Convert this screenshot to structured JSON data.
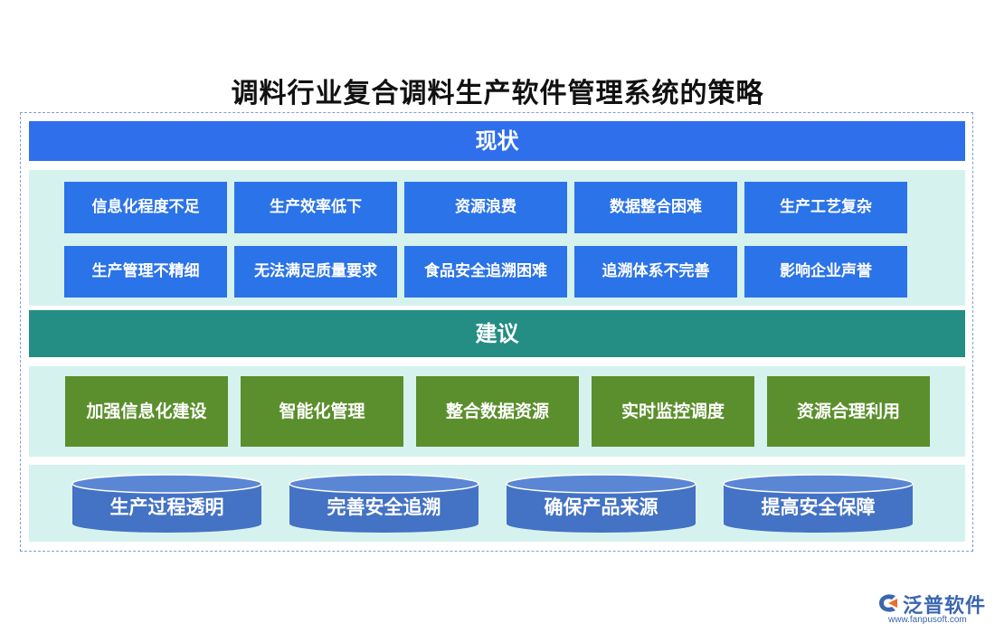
{
  "title": "调料行业复合调料生产软件管理系统的策略",
  "status": {
    "header": "现状",
    "items": [
      "信息化程度不足",
      "生产效率低下",
      "资源浪费",
      "数据整合困难",
      "生产工艺复杂",
      "生产管理不精细",
      "无法满足质量要求",
      "食品安全追溯困难",
      "追溯体系不完善",
      "影响企业声誉"
    ]
  },
  "advice": {
    "header": "建议",
    "items": [
      "加强信息化建设",
      "智能化管理",
      "整合数据资源",
      "实时监控调度",
      "资源合理利用"
    ]
  },
  "goals": {
    "items": [
      "生产过程透明",
      "完善安全追溯",
      "确保产品来源",
      "提高安全保障"
    ]
  },
  "logo": {
    "name": "泛普软件",
    "url": "www.fanpusoft.com",
    "icon": "fanpu-logo-icon"
  },
  "colors": {
    "status_header": "#2f6fec",
    "status_box": "#2b73e8",
    "advice_header": "#248d84",
    "advice_box": "#5b8f2d",
    "panel_bg": "#d6f2ef",
    "cylinder": "#4472c4"
  }
}
